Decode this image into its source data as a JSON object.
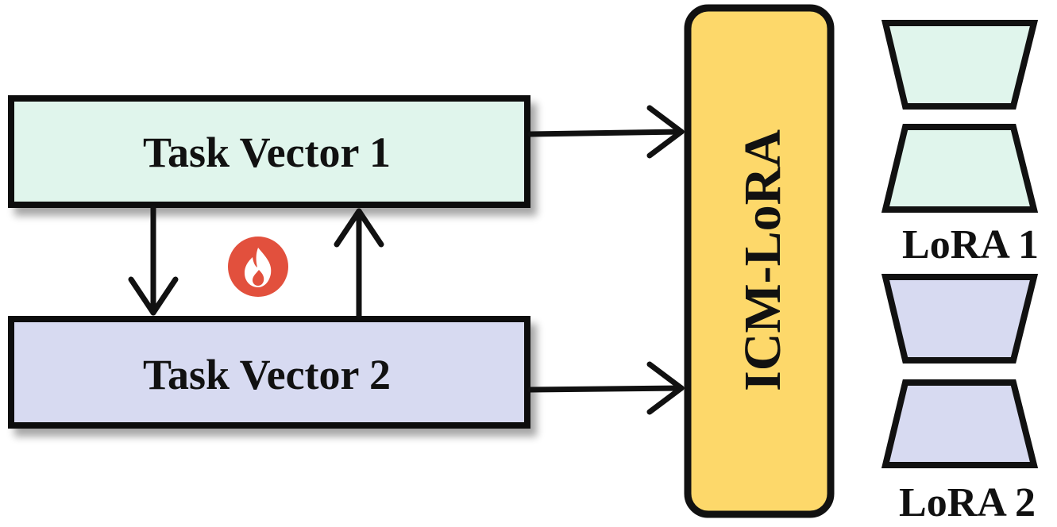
{
  "nodes": {
    "task_vector_1": {
      "label": "Task Vector 1",
      "fill": "#e0f5ec"
    },
    "task_vector_2": {
      "label": "Task Vector 2",
      "fill": "#d7daf1"
    },
    "icm_lora": {
      "label": "ICM-LoRA",
      "fill": "#fdd86a"
    },
    "lora_1": {
      "label": "LoRA 1",
      "fill": "#e0f5ec"
    },
    "lora_2": {
      "label": "LoRA 2",
      "fill": "#d7daf1"
    }
  },
  "icons": {
    "training": {
      "name": "flame-icon",
      "color": "#e2503d"
    }
  },
  "colors": {
    "stroke": "#111111",
    "shadow": "#bfbfbf"
  }
}
